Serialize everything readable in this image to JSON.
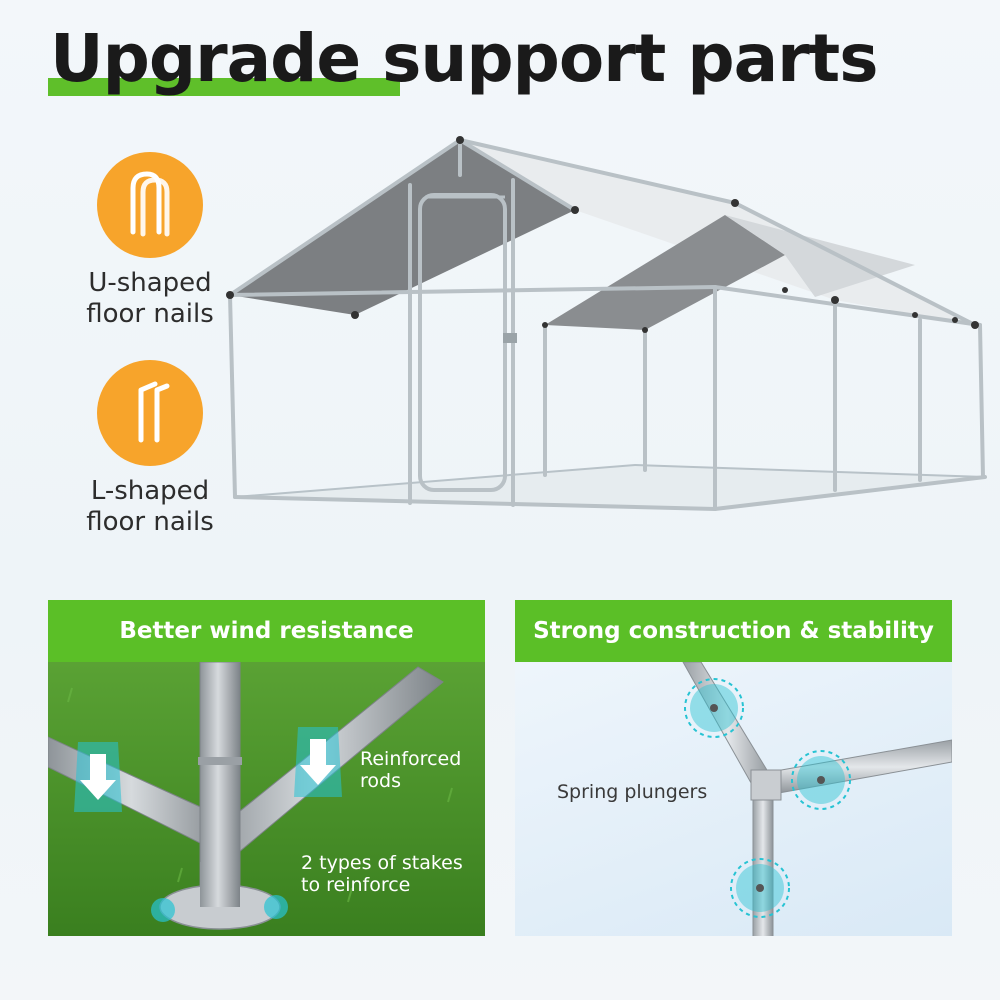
{
  "title": "Upgrade support parts",
  "nails": [
    {
      "label_line1": "U-shaped",
      "label_line2": "floor nails",
      "icon": "u-shaped-nail-icon"
    },
    {
      "label_line1": "L-shaped",
      "label_line2": "floor nails",
      "icon": "l-shaped-nail-icon"
    }
  ],
  "cards": {
    "left": {
      "header": "Better wind resistance",
      "callout_rods_line1": "Reinforced",
      "callout_rods_line2": "rods",
      "callout_stakes_line1": "2 types of stakes",
      "callout_stakes_line2": "to reinforce"
    },
    "right": {
      "header": "Strong construction & stability",
      "callout_plungers": "Spring plungers"
    }
  },
  "colors": {
    "accent_green": "#5bbf27",
    "accent_orange": "#f7a42b",
    "highlight_cyan": "#27c3d3"
  }
}
